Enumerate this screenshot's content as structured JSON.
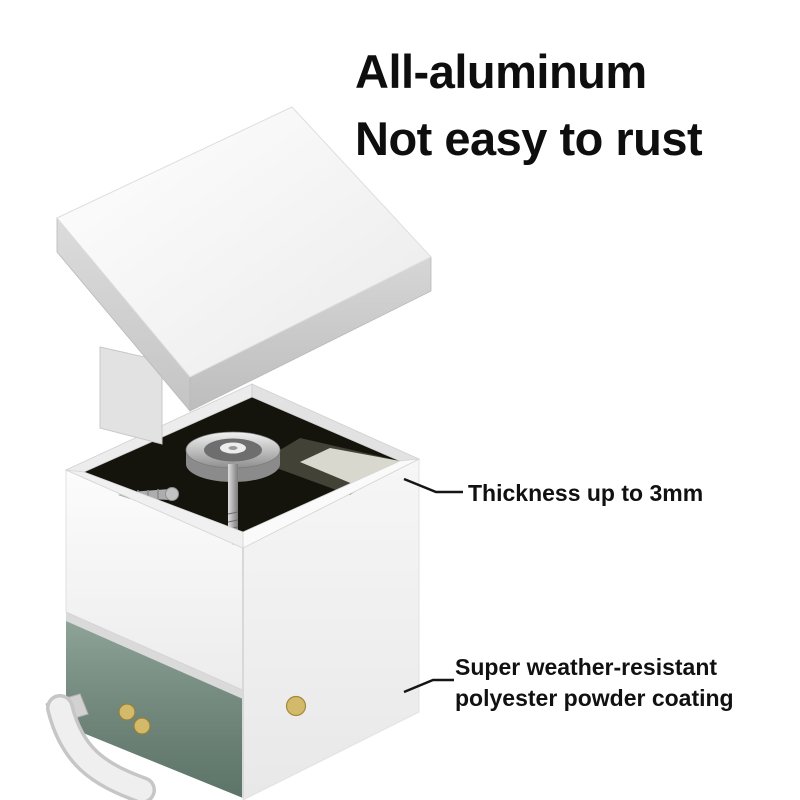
{
  "title": {
    "line1": "All-aluminum",
    "line2": "Not easy to rust"
  },
  "callouts": {
    "thickness": {
      "label": "Thickness up to 3mm"
    },
    "coating": {
      "line1": "Super weather-resistant",
      "line2": "polyester powder coating"
    }
  },
  "colors": {
    "headline_text": "#0e0e0e",
    "callout_text": "#111111",
    "callout_line": "#151515",
    "coating_green": "#6f8a7c",
    "brass": "#d3b96a",
    "interior_dark": "#14140d"
  }
}
